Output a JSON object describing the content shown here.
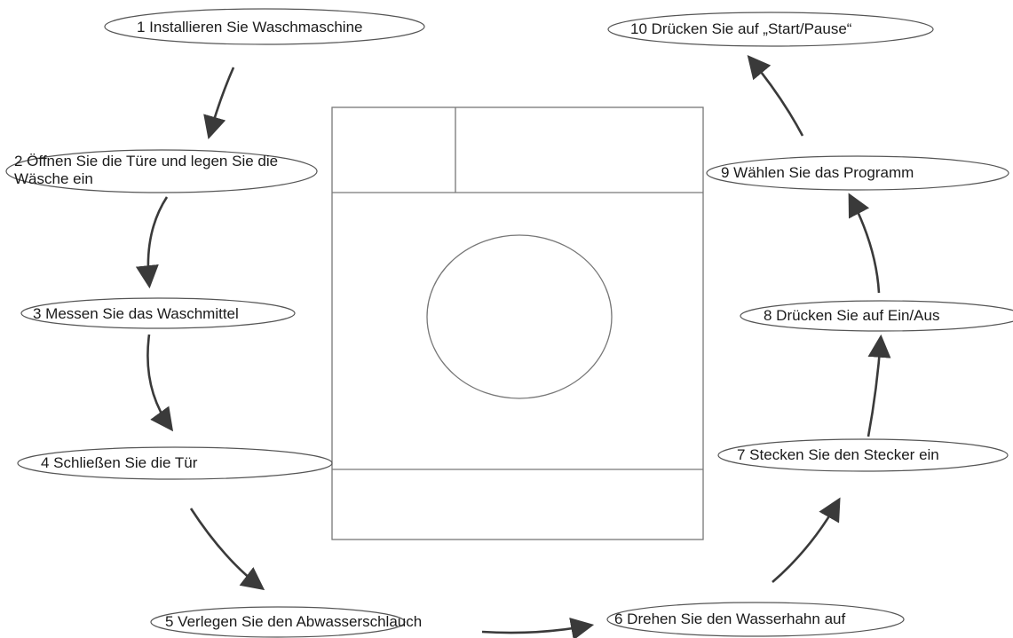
{
  "steps": [
    {
      "text": "1 Installieren Sie Waschmaschine"
    },
    {
      "text": "2 Öffnen Sie die Türe und legen Sie die Wäsche ein"
    },
    {
      "text": "3 Messen Sie das Waschmittel"
    },
    {
      "text": "4 Schließen Sie die Tür"
    },
    {
      "text": "5 Verlegen Sie den Abwasserschlauch"
    },
    {
      "text": "6 Drehen Sie den Wasserhahn auf"
    },
    {
      "text": "7 Stecken Sie den Stecker ein"
    },
    {
      "text": "8 Drücken Sie auf Ein/Aus"
    },
    {
      "text": "9 Wählen Sie das Programm"
    },
    {
      "text": "10 Drücken Sie auf „Start/Pause“"
    }
  ],
  "colors": {
    "stroke": "#555555",
    "arrow": "#3a3a3a",
    "text": "#1a1a1a"
  }
}
